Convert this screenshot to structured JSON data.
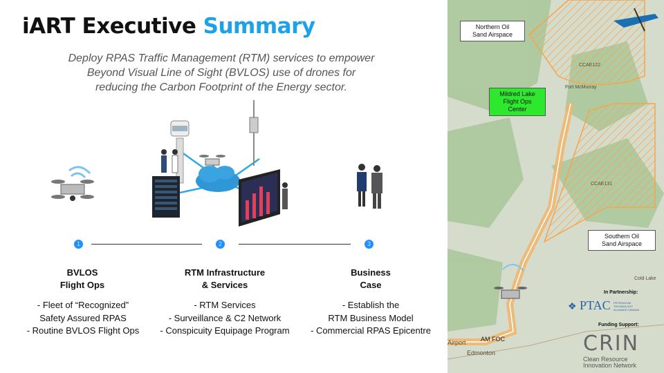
{
  "slide": {
    "title_main": "iART Executive ",
    "title_accent": "Summary",
    "subtitle_lines": [
      "Deploy RPAS Traffic Management (RTM) services to empower",
      "Beyond Visual Line of Sight (BVLOS) use of drones for",
      "reducing the Carbon Footprint of the Energy sector."
    ]
  },
  "steps": [
    {
      "number": "1",
      "heading": [
        "BVLOS",
        "Flight Ops"
      ],
      "bullets": [
        "- Fleet of “Recognized”",
        "Safety Assured RPAS",
        "- Routine BVLOS Flight Ops"
      ]
    },
    {
      "number": "2",
      "heading": [
        "RTM Infrastructure",
        "& Services"
      ],
      "bullets": [
        "- RTM Services",
        "- Surveillance & C2 Network",
        "- Conspicuity Equipage Program"
      ]
    },
    {
      "number": "3",
      "heading": [
        "Business",
        "Case"
      ],
      "bullets": [
        "- Establish the",
        "RTM Business Model",
        "- Commercial RPAS Epicentre"
      ]
    }
  ],
  "map": {
    "callouts": {
      "northern": [
        "Northern Oil",
        "Sand Airspace"
      ],
      "mildred": [
        "Mildred Lake",
        "Flight Ops",
        "Center"
      ],
      "southern": [
        "Southern Oil",
        "Sand Airspace"
      ]
    },
    "airspace_labels": [
      "CCAE122",
      "CCAE131"
    ],
    "place_labels": [
      "Fort McMurray",
      "Cold Lake",
      "AM FOC",
      "Edmonton",
      "Airport"
    ],
    "partnership_label": "In Partnership:",
    "ptac_logo_text": "PTAC",
    "ptac_sub": "PETROLEUM TECHNOLOGY ALLIANCE CANADA",
    "funding_label": "Funding Support:",
    "crin_logo_text": "CRIN",
    "crin_sub": [
      "Clean Resource",
      "Innovation Network"
    ]
  },
  "colors": {
    "accent": "#1ea1e6",
    "step_dot": "#1e90ff",
    "airspace": "#f7a44a",
    "callout_green": "#2ee82e"
  }
}
